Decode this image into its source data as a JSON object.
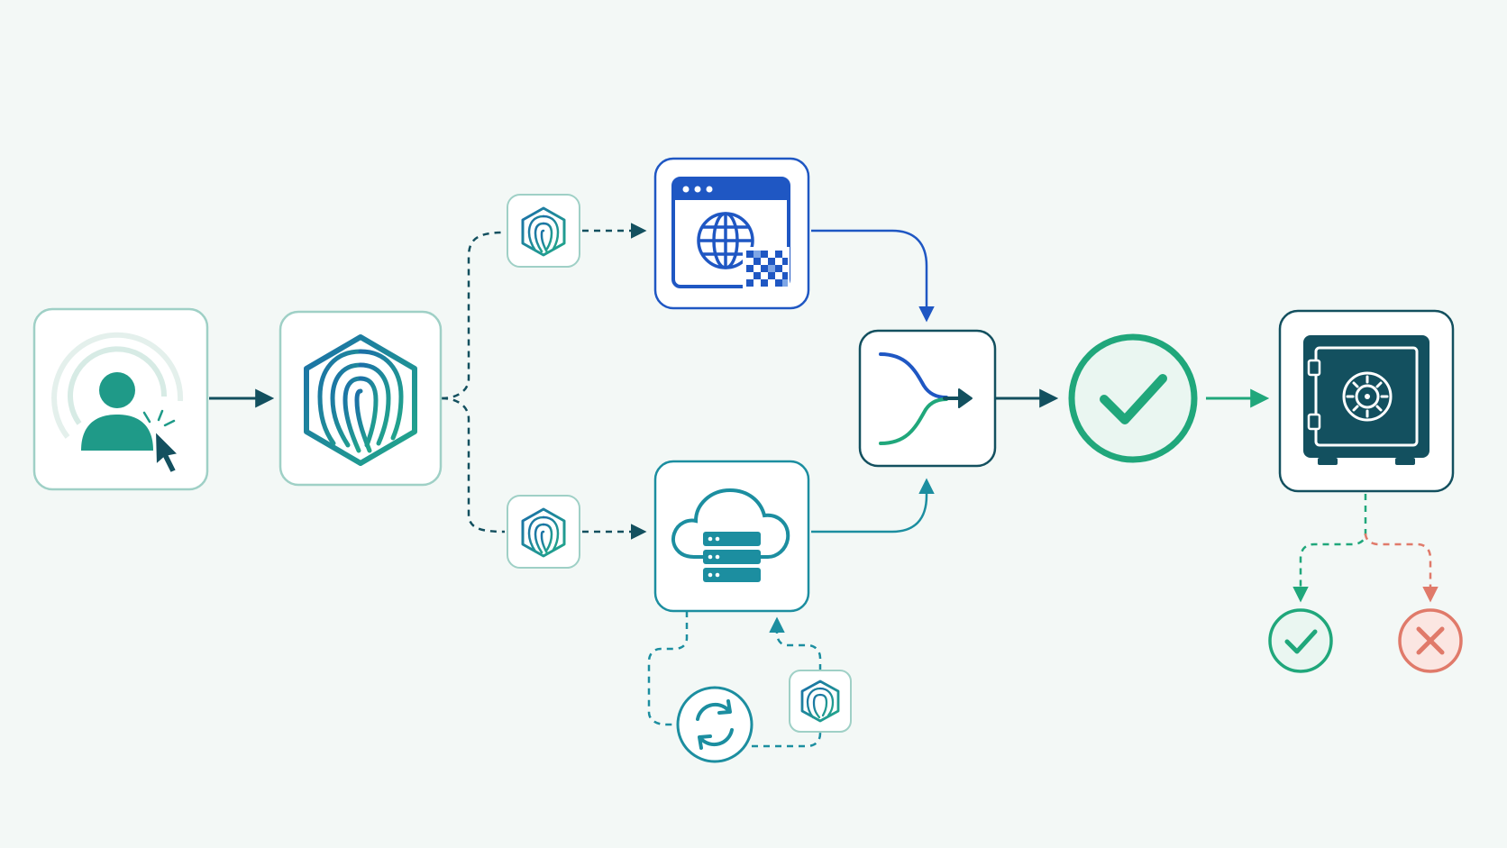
{
  "colors": {
    "background": "#f3f8f6",
    "teal": "#1f9a88",
    "dark_teal": "#13505f",
    "blue": "#1f57c3",
    "mid_teal": "#1c8ea0",
    "green": "#20a77b",
    "red": "#e07a6a",
    "node_border": "#9fd0c6",
    "icon_fill": "#1f9a88"
  },
  "nodes": [
    {
      "id": "user",
      "icon": "user-touch-icon"
    },
    {
      "id": "fingerprint",
      "icon": "fingerprint-hexagon-icon"
    },
    {
      "id": "token-top",
      "icon": "small-fingerprint-icon"
    },
    {
      "id": "token-bottom",
      "icon": "small-fingerprint-icon"
    },
    {
      "id": "token-loop",
      "icon": "small-fingerprint-icon"
    },
    {
      "id": "browser",
      "icon": "browser-globe-qr-icon"
    },
    {
      "id": "cloud",
      "icon": "cloud-server-icon"
    },
    {
      "id": "sync",
      "icon": "sync-icon"
    },
    {
      "id": "merge",
      "icon": "merge-icon"
    },
    {
      "id": "verified",
      "icon": "check-circle-icon"
    },
    {
      "id": "vault",
      "icon": "vault-safe-icon"
    },
    {
      "id": "success",
      "icon": "success-check-icon"
    },
    {
      "id": "failure",
      "icon": "failure-x-icon"
    }
  ]
}
